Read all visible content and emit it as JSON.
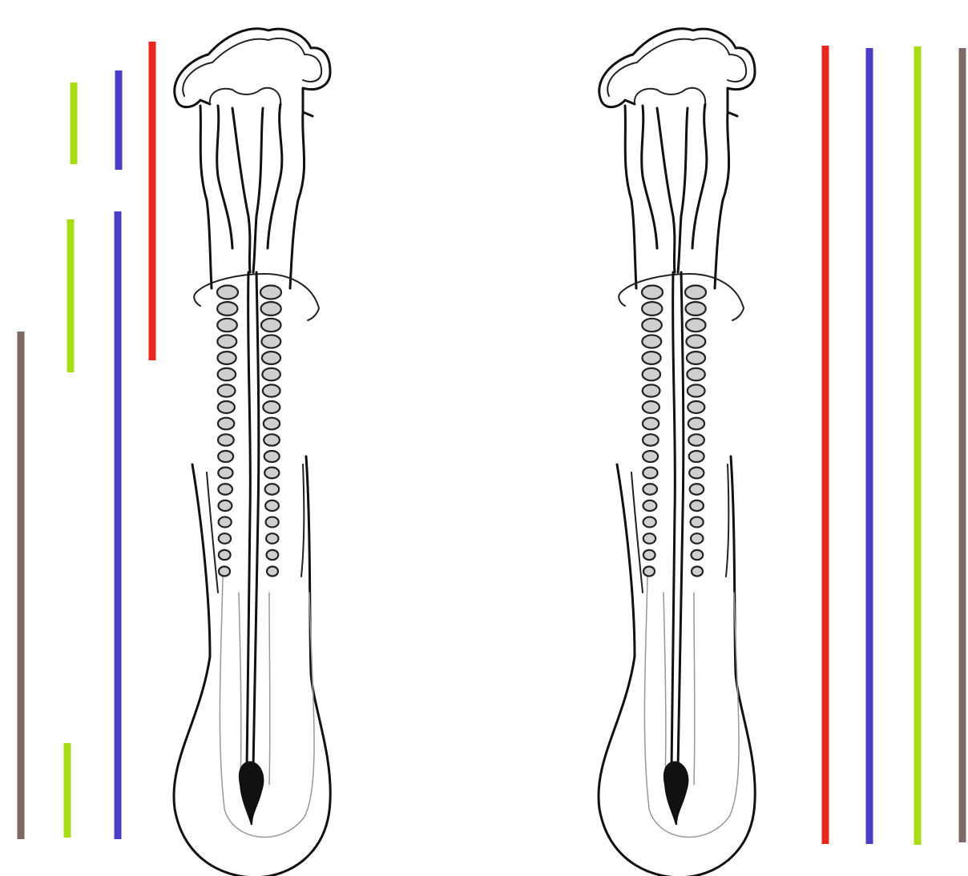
{
  "colors": {
    "red": "#e8271e",
    "blue": "#4b3ec4",
    "green": "#a7dc16",
    "brown": "#7b6a66",
    "ink": "#111111",
    "somite_fill": "#cfcfcf"
  },
  "diagrams": [
    {
      "name": "embryo-left",
      "bars": [
        {
          "name": "red-bar",
          "color_key": "red",
          "segments": 1
        },
        {
          "name": "blue-bar",
          "color_key": "blue",
          "segments": 2
        },
        {
          "name": "green-bar",
          "color_key": "green",
          "segments": 3
        },
        {
          "name": "brown-bar",
          "color_key": "brown",
          "segments": 1
        }
      ]
    },
    {
      "name": "embryo-right",
      "bars": [
        {
          "name": "red-bar",
          "color_key": "red",
          "segments": 1
        },
        {
          "name": "blue-bar",
          "color_key": "blue",
          "segments": 1
        },
        {
          "name": "green-bar",
          "color_key": "green",
          "segments": 1
        },
        {
          "name": "brown-bar",
          "color_key": "brown",
          "segments": 1
        }
      ]
    }
  ],
  "somites_per_side": 18
}
